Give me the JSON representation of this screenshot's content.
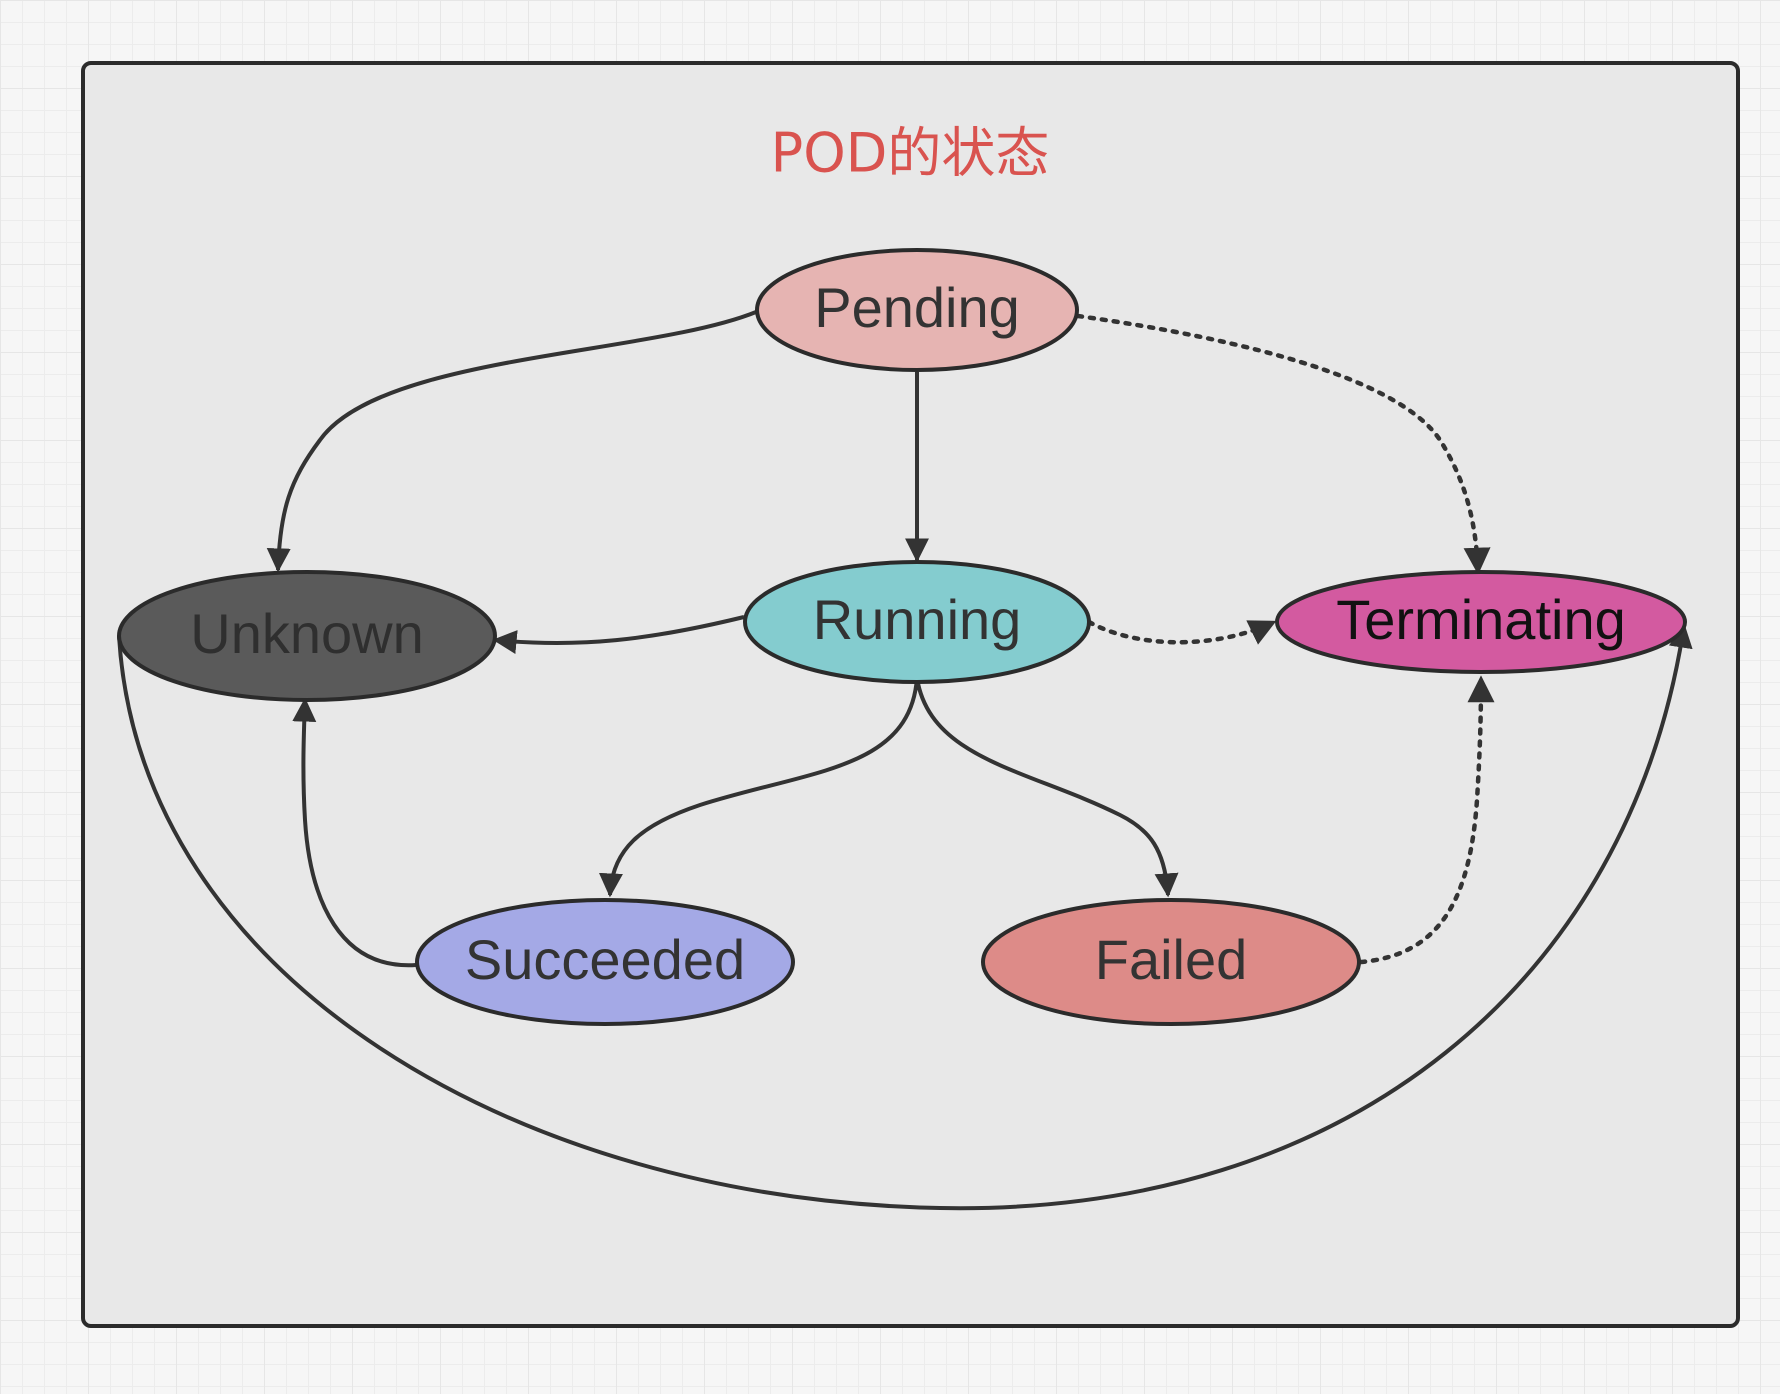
{
  "title": "POD的状态",
  "colors": {
    "title": "#d9534f",
    "frame_fill": "#e8e8e8",
    "frame_stroke": "#2b2b2b",
    "edge": "#333333"
  },
  "nodes": {
    "pending": {
      "label": "Pending",
      "fill": "#e6b4b2",
      "text_color": "#333333"
    },
    "running": {
      "label": "Running",
      "fill": "#84cccf",
      "text_color": "#333333"
    },
    "unknown": {
      "label": "Unknown",
      "fill": "#5a5a5a",
      "text_color": "#2f2f2f"
    },
    "terminating": {
      "label": "Terminating",
      "fill": "#d35aa0",
      "text_color": "#111111"
    },
    "succeeded": {
      "label": "Succeeded",
      "fill": "#a4a9e6",
      "text_color": "#333333"
    },
    "failed": {
      "label": "Failed",
      "fill": "#dd8b88",
      "text_color": "#333333"
    }
  },
  "edges": [
    {
      "from": "pending",
      "to": "unknown",
      "style": "solid"
    },
    {
      "from": "pending",
      "to": "running",
      "style": "solid"
    },
    {
      "from": "pending",
      "to": "terminating",
      "style": "dotted"
    },
    {
      "from": "running",
      "to": "unknown",
      "style": "solid"
    },
    {
      "from": "running",
      "to": "terminating",
      "style": "dotted"
    },
    {
      "from": "running",
      "to": "succeeded",
      "style": "solid"
    },
    {
      "from": "running",
      "to": "failed",
      "style": "solid"
    },
    {
      "from": "succeeded",
      "to": "unknown",
      "style": "solid"
    },
    {
      "from": "failed",
      "to": "terminating",
      "style": "dotted"
    },
    {
      "from": "unknown",
      "to": "terminating",
      "style": "solid"
    }
  ]
}
